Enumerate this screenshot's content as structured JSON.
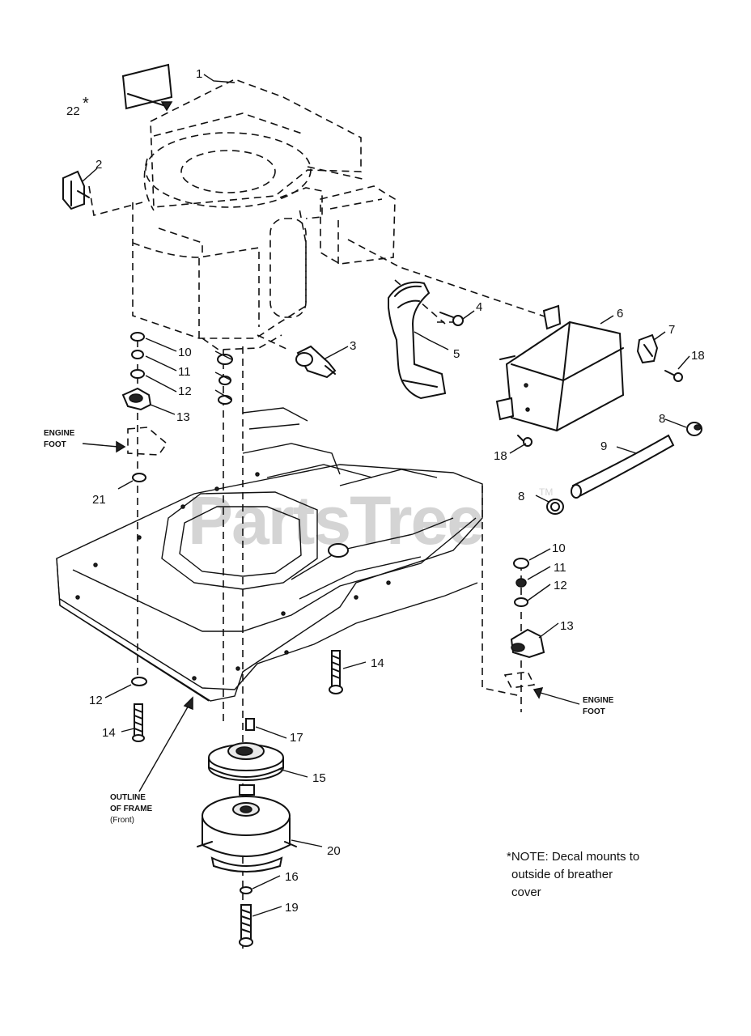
{
  "watermark": {
    "text": "PartsTree",
    "trademark": "TM"
  },
  "callouts": {
    "c1": "1",
    "c2": "2",
    "c3": "3",
    "c4": "4",
    "c5": "5",
    "c6": "6",
    "c7": "7",
    "c8a": "8",
    "c8b": "8",
    "c9": "9",
    "c10a": "10",
    "c10b": "10",
    "c11a": "11",
    "c11b": "11",
    "c12a": "12",
    "c12b": "12",
    "c12c": "12",
    "c13a": "13",
    "c13b": "13",
    "c14a": "14",
    "c14b": "14",
    "c15": "15",
    "c16": "16",
    "c17": "17",
    "c18a": "18",
    "c18b": "18",
    "c19": "19",
    "c20": "20",
    "c21": "21",
    "c22": "22",
    "c22_star": "*"
  },
  "labels": {
    "engine_foot_left": [
      "ENGINE",
      "FOOT"
    ],
    "engine_foot_right": [
      "ENGINE",
      "FOOT"
    ],
    "outline_of_frame": [
      "OUTLINE",
      "OF FRAME",
      "(Front)"
    ]
  },
  "note": {
    "line1": "*NOTE: Decal mounts to",
    "line2": "outside of breather",
    "line3": "cover"
  }
}
